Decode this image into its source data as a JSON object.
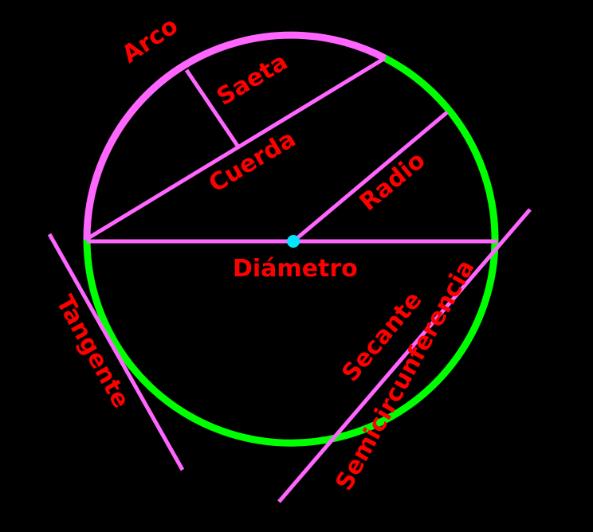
{
  "labels": {
    "arco": "Arco",
    "saeta": "Saeta",
    "cuerda": "Cuerda",
    "radio": "Radio",
    "diametro": "Diámetro",
    "tangente": "Tangente",
    "secante": "Secante",
    "semicircunferencia": "Semicircunferencia"
  },
  "colors": {
    "background": "#000000",
    "circle_top": "#ff66ff",
    "circle_bottom": "#00ff00",
    "lines": "#ff66ff",
    "center_point": "#00e5ff",
    "text": "#ff0000"
  }
}
